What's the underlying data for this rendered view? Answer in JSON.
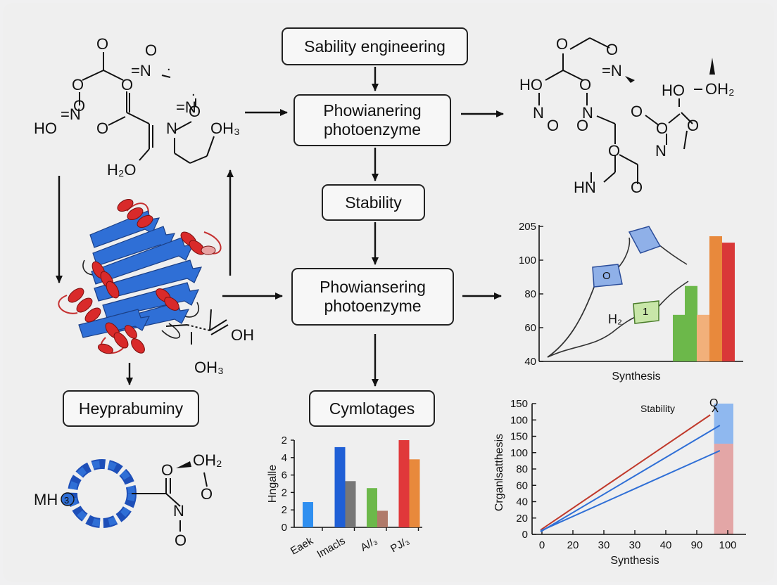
{
  "flow": {
    "top_box": "Sability engineering",
    "middle_box_1": "Phowianering photoenzyme",
    "stability_box": "Stability",
    "middle_box_2": "Phowiansering photoenzyme",
    "left_box": "Heyprabuminy",
    "bottom_box": "Cymlotages"
  },
  "molecules": {
    "top_left": {
      "o_top": "O",
      "o_mid": "O",
      "n_o_top": "=N",
      "dot_top": ".",
      "o_left_mid": "O",
      "ho": "HO",
      "n_mid": "=N",
      "o_ring": "O",
      "o_ring2": "O",
      "h2o": "H₂O",
      "n_ring": "N",
      "o_ring3": "O",
      "oh3": "OH₃",
      "dot_small": "."
    },
    "top_right": {
      "o1": "O",
      "o2": "O",
      "ho": "HO",
      "o3": "O",
      "n1": "=N",
      "n2": "N",
      "o4": "O",
      "n3": "N",
      "o5": "O",
      "o6": "O",
      "o7": "O",
      "ho2": "HO",
      "oh2": "OH₂",
      "o8": "O",
      "o9": "O",
      "n4": "N",
      "hn": "HN",
      "o10": "O"
    },
    "protein_side": {
      "oh": "OH",
      "oh3": "OH₃"
    },
    "bottom_left": {
      "mh": "MH",
      "mh_sub": "3",
      "o1": "O",
      "oh2": "OH₂",
      "o2": "O",
      "n": "N",
      "o3": "O"
    }
  },
  "colors": {
    "blue": "#2f6fd6",
    "red": "#d92a2a",
    "green": "#6cb84a",
    "orange": "#e8893c",
    "gray": "#777777",
    "brown": "#b07a6a"
  },
  "chart_data": [
    {
      "type": "bar",
      "position": "bottom-center",
      "ylabel": "Hngalle",
      "y_ticks": [
        "2",
        "4",
        "6",
        "2",
        "2",
        "0"
      ],
      "categories": [
        "Eaek",
        "Imacls",
        "A//₃",
        "PJ/₃"
      ],
      "series": [
        {
          "values": [
            2.9,
            9.2,
            4.5,
            10.0
          ],
          "color": "#2f6fd6"
        },
        {
          "values": [
            0,
            5.3,
            1.9,
            7.8
          ],
          "color": "#777777"
        }
      ],
      "series_colors_by_category": [
        [
          "#2f8ff0",
          null
        ],
        [
          "#1f5fd6",
          "#777777"
        ],
        [
          "#6cb84a",
          "#b07a6a"
        ],
        [
          "#e0383a",
          "#e8893c"
        ]
      ],
      "ylim": [
        0,
        10
      ]
    },
    {
      "type": "bar",
      "position": "middle-right",
      "xlabel": "Synthesis",
      "y_ticks": [
        "205",
        "100",
        "80",
        "60",
        "40"
      ],
      "annotation_labels": [
        "O",
        "H₂",
        "1"
      ],
      "bars": [
        {
          "value": 69,
          "color": "#6cb84a"
        },
        {
          "value": 87,
          "color": "#6cb84a"
        },
        {
          "value": 69,
          "color": "#f2b07a"
        },
        {
          "value": 118,
          "color": "#e8893c"
        },
        {
          "value": 114,
          "color": "#d93838"
        }
      ],
      "ylim": [
        40,
        125
      ]
    },
    {
      "type": "line",
      "position": "bottom-right",
      "xlabel": "Synthesis",
      "ylabel": "Crganlsatthesis",
      "legend_label": "Stability",
      "top_label": "Q",
      "y_ticks": [
        "150",
        "100",
        "150",
        "100",
        "80",
        "60",
        "40",
        "20",
        "0"
      ],
      "x_ticks": [
        "0",
        "20",
        "30",
        "30",
        "40",
        "90",
        "100"
      ],
      "series": [
        {
          "color": "#c0392b",
          "points": [
            [
              0,
              5
            ],
            [
              88,
              137
            ]
          ]
        },
        {
          "color": "#2f6fd6",
          "points": [
            [
              0,
              3
            ],
            [
              93,
              125
            ]
          ]
        },
        {
          "color": "#2f6fd6",
          "points": [
            [
              0,
              4
            ],
            [
              93,
              96
            ]
          ]
        }
      ],
      "shaded_regions": [
        {
          "x_from": 90,
          "x_to": 100,
          "y_from": 0,
          "y_to": 104,
          "color": "#e3a6a6"
        },
        {
          "x_from": 90,
          "x_to": 100,
          "y_from": 104,
          "y_to": 150,
          "color": "#8fb8ef"
        }
      ]
    }
  ]
}
